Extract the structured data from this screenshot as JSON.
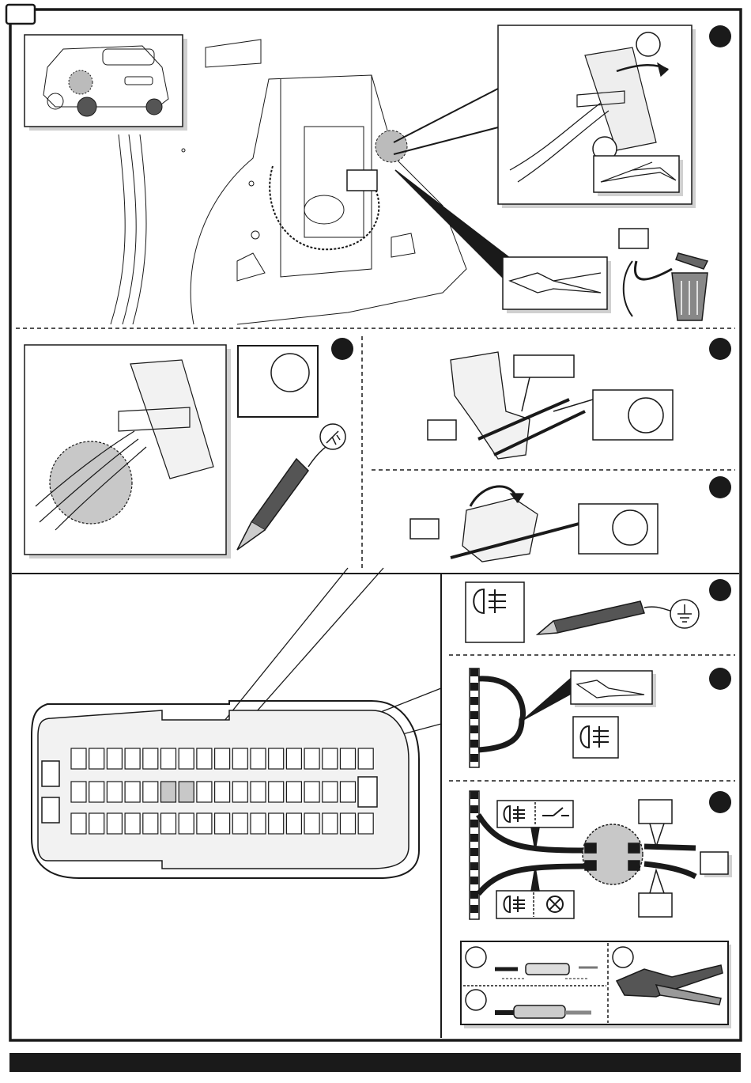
{
  "colors": {
    "ink": "#1a1a1a",
    "highlight_gray": "#c8c8c8",
    "shadow_gray": "#cfcfcf",
    "footer_bar": "#1a1a1a"
  },
  "connector": {
    "rows": [
      17,
      16,
      17
    ],
    "highlighted_pins": [
      {
        "row": 1,
        "index": 5
      },
      {
        "row": 1,
        "index": 6
      }
    ]
  },
  "icons": {
    "step_badge": "filled-circle",
    "fog_light": "rear-fog-light-icon",
    "switch": "switch-icon",
    "lamp": "lamp-icon",
    "ground": "ground-icon",
    "cutter": "side-cutter-icon",
    "tester": "test-lamp-icon",
    "trash": "trash-bin-icon",
    "crimper": "crimping-tool-icon"
  }
}
